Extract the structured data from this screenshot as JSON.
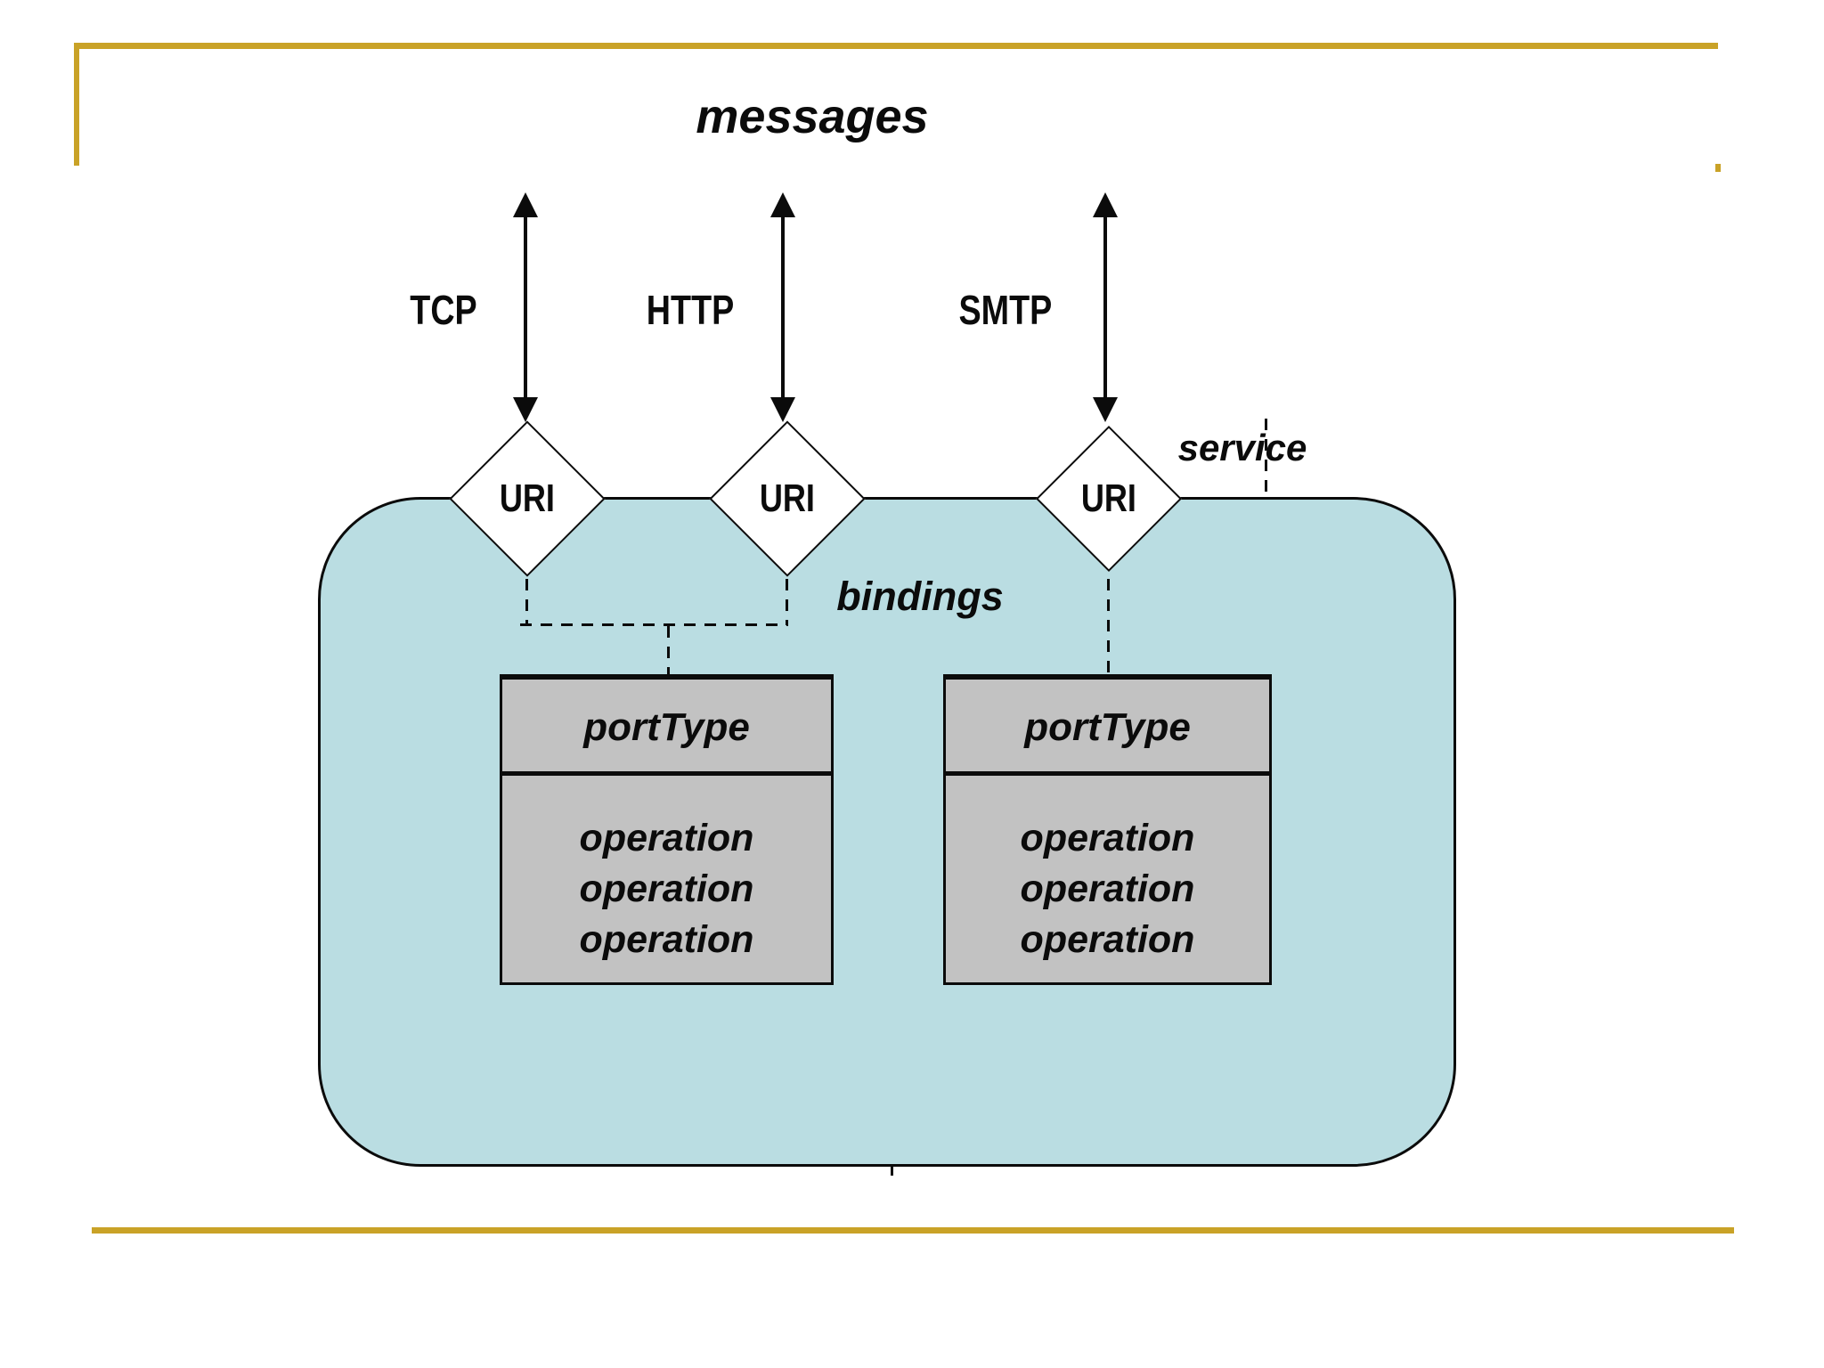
{
  "slide": {
    "title": "messages",
    "service_label": "service",
    "bindings_label": "bindings"
  },
  "protocols": [
    {
      "label": "TCP"
    },
    {
      "label": "HTTP"
    },
    {
      "label": "SMTP"
    }
  ],
  "uris": [
    {
      "label": "URI"
    },
    {
      "label": "URI"
    },
    {
      "label": "URI"
    }
  ],
  "port_types": [
    {
      "header": "portType",
      "operations": [
        "operation",
        "operation",
        "operation"
      ]
    },
    {
      "header": "portType",
      "operations": [
        "operation",
        "operation",
        "operation"
      ]
    }
  ],
  "colors": {
    "accent_gold": "#c9a227",
    "service_fill": "#badde2",
    "port_fill": "#c2c2c2",
    "diamond_fill": "#ffffff",
    "line_black": "#0b0b0b"
  }
}
